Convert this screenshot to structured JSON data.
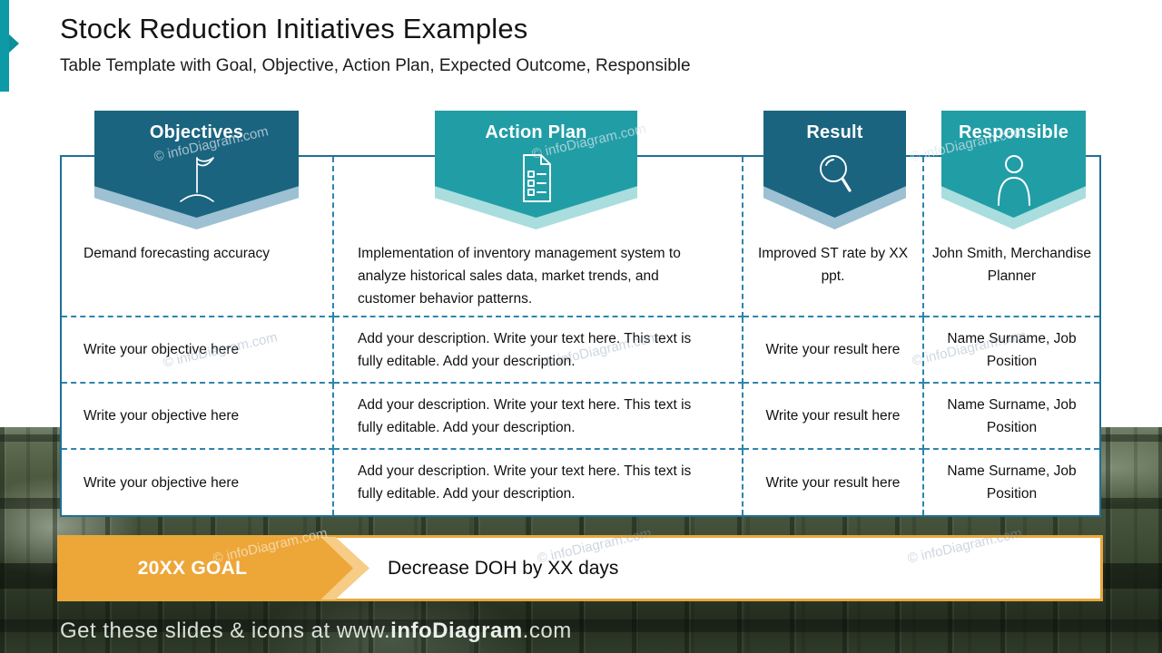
{
  "header": {
    "title": "Stock Reduction Initiatives Examples",
    "subtitle": "Table Template with Goal, Objective, Action Plan, Expected Outcome, Responsible"
  },
  "table": {
    "columns": [
      {
        "label": "Objectives",
        "icon": "flag-icon",
        "theme": "blue"
      },
      {
        "label": "Action Plan",
        "icon": "checklist-icon",
        "theme": "teal"
      },
      {
        "label": "Result",
        "icon": "magnifier-icon",
        "theme": "blue"
      },
      {
        "label": "Responsible",
        "icon": "person-icon",
        "theme": "teal"
      }
    ],
    "rows": [
      [
        "Demand forecasting accuracy",
        "Implementation of  inventory management system to analyze historical sales data, market trends, and customer behavior patterns.",
        "Improved ST rate by XX ppt.",
        "John Smith, Merchandise Planner"
      ],
      [
        "Write your objective here",
        "Add your description. Write your text here. This text is fully editable. Add your description.",
        "Write your result here",
        "Name Surname, Job Position"
      ],
      [
        "Write your objective here",
        "Add your description. Write your text here. This text is fully editable. Add your description.",
        "Write your result here",
        "Name Surname, Job Position"
      ],
      [
        "Write your objective here",
        "Add your description. Write your text here. This text is fully editable. Add your description.",
        "Write your result here",
        "Name Surname, Job Position"
      ]
    ]
  },
  "goal": {
    "label": "20XX GOAL",
    "text": "Decrease DOH by XX days"
  },
  "footer": {
    "prefix": "Get these slides & icons at www.",
    "brand": "infoDiagram",
    "suffix": ".com"
  },
  "watermark": "© infoDiagram.com",
  "colors": {
    "accent_teal": "#0D9AA6",
    "banner_blue": "#1A6480",
    "banner_blue_shadow": "#9DC0D2",
    "banner_teal": "#219DA6",
    "banner_teal_shadow": "#A9DDDE",
    "table_border": "#1E7096",
    "table_dashed": "#2E84AD",
    "goal_orange": "#EDA638",
    "goal_orange_light": "#F6CC86"
  }
}
